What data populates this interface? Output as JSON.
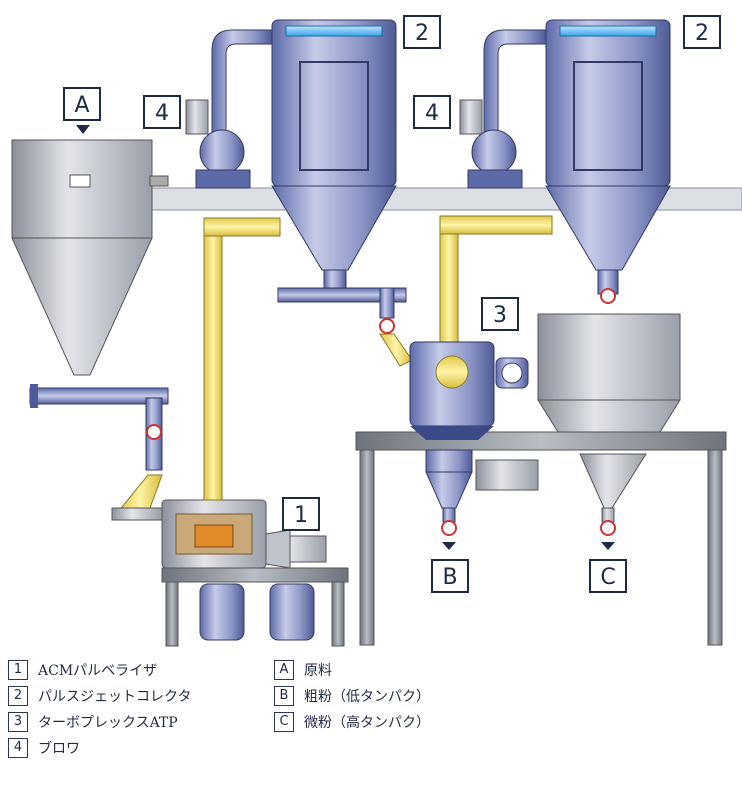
{
  "markers": {
    "m1": "1",
    "m2a": "2",
    "m2b": "2",
    "m3": "3",
    "m4a": "4",
    "m4b": "4",
    "mA": "A",
    "mB": "B",
    "mC": "C"
  },
  "legend": {
    "left": [
      {
        "key": "1",
        "text": "ACMパルベライザ"
      },
      {
        "key": "2",
        "text": "パルスジェットコレクタ"
      },
      {
        "key": "3",
        "text": "ターボプレックスATP"
      },
      {
        "key": "4",
        "text": "ブロワ"
      }
    ],
    "right": [
      {
        "key": "A",
        "text": "原料"
      },
      {
        "key": "B",
        "text": "粗粉（低タンパク）"
      },
      {
        "key": "C",
        "text": "微粉（高タンパク）"
      }
    ]
  }
}
